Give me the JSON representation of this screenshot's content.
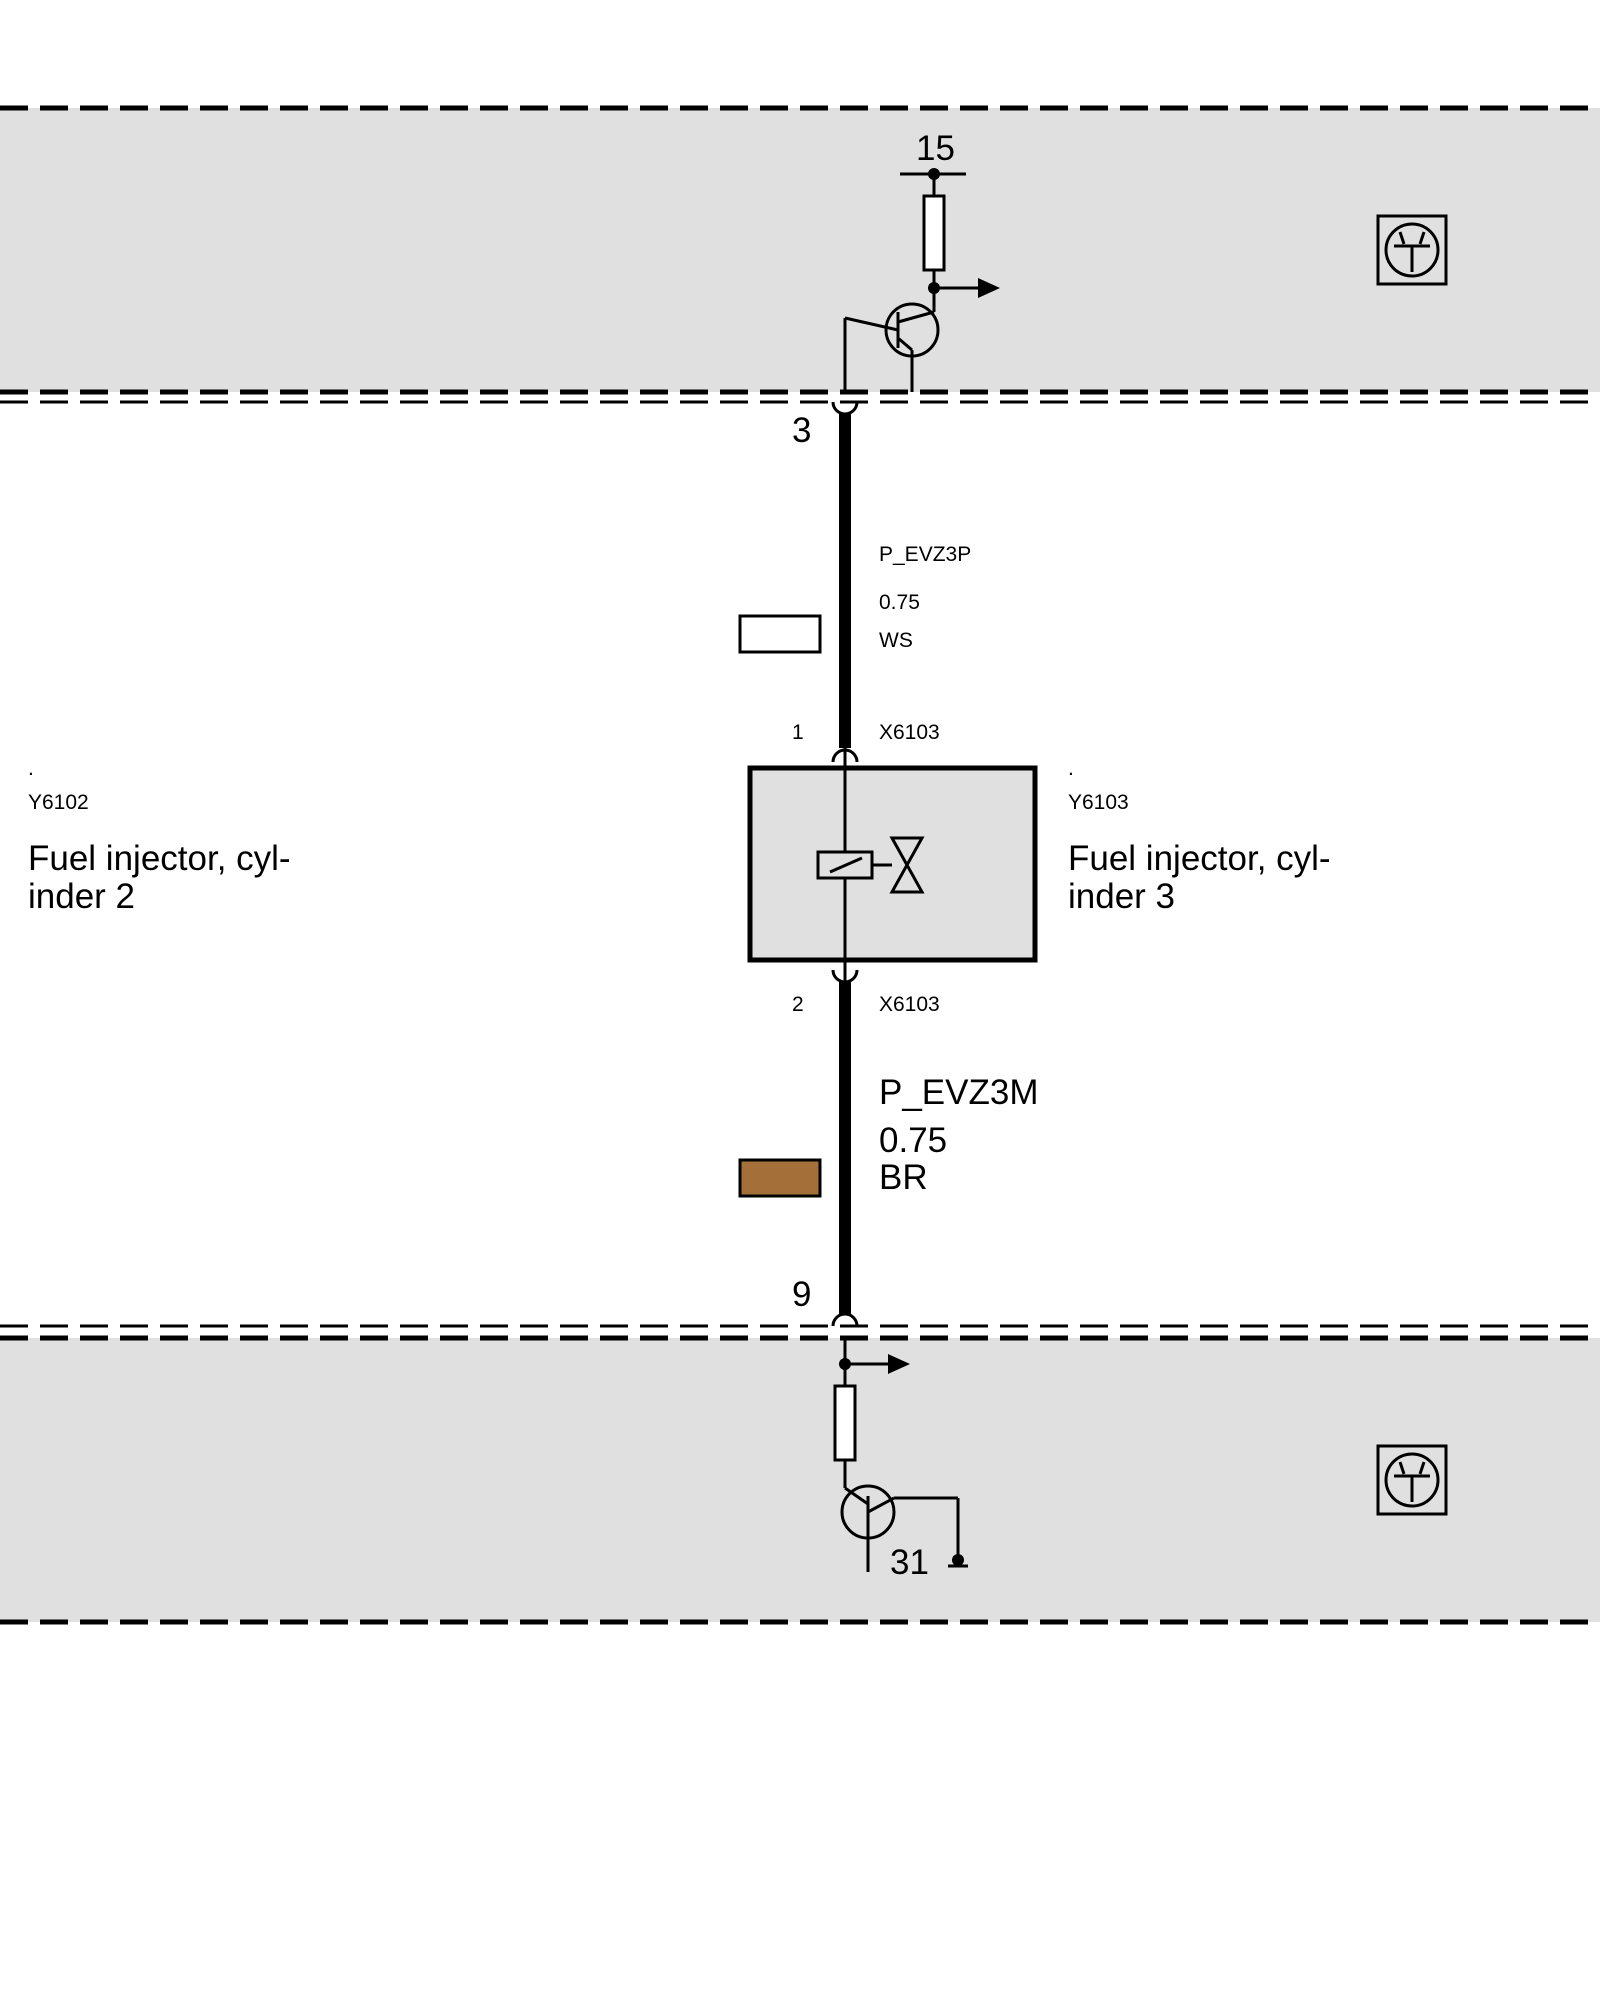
{
  "top_module": {
    "terminal": "15"
  },
  "bottom_module": {
    "terminal": "31"
  },
  "connector_pins": {
    "top_pin": "3",
    "bottom_pin": "9",
    "injector_pin1": "1",
    "injector_pin2": "2"
  },
  "wire_upper": {
    "signal": "P_EVZ3P",
    "gauge": "0.75",
    "color_code": "WS",
    "swatch_color": "#ffffff",
    "connector": "X6103"
  },
  "wire_lower": {
    "signal": "P_EVZ3M",
    "gauge": "0.75",
    "color_code": "BR",
    "swatch_color": "#a56f3a",
    "connector": "X6103"
  },
  "component_left": {
    "dot": ".",
    "id": "Y6102",
    "name_line1": "Fuel injector, cyl-",
    "name_line2": "inder 2"
  },
  "component_right": {
    "dot": ".",
    "id": "Y6103",
    "name_line1": "Fuel injector, cyl-",
    "name_line2": "inder 3"
  },
  "colors": {
    "module_fill": "#e0e0e0",
    "injector_fill": "#e0e0e0",
    "wire": "#000000"
  }
}
